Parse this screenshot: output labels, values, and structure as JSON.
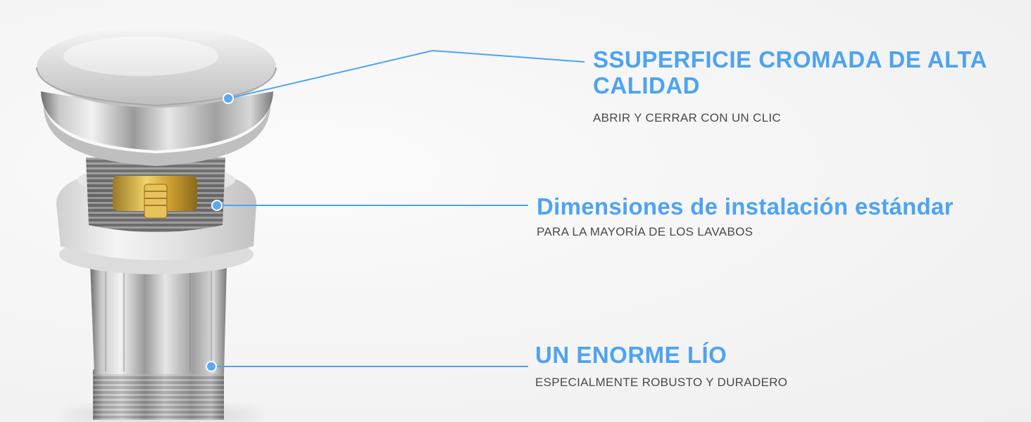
{
  "features": [
    {
      "title": "SSUPERFICIE CROMADA DE ALTA CALIDAD",
      "subtitle": "ABRIR Y CERRAR CON UN CLIC"
    },
    {
      "title": "Dimensiones de instalación estándar",
      "subtitle": "PARA LA MAYORÍA DE LOS LAVABOS"
    },
    {
      "title": "UN ENORME LÍO",
      "subtitle": "ESPECIALMENTE ROBUSTO Y DURADERO"
    }
  ],
  "colors": {
    "accent": "#4da3f2",
    "subtitle": "#4a4a4a",
    "background": "#f6f6f6"
  }
}
